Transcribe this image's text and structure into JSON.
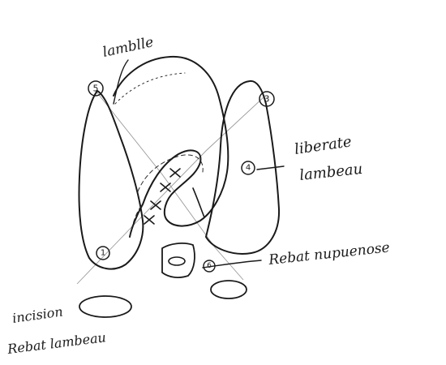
{
  "labels": {
    "top": "lamblle",
    "right_line1": "liberate",
    "right_line2": "lambeau",
    "right_bottom": "Rebat nupuenose",
    "left_line1": "incision",
    "left_line2": "Rebat lambeau"
  },
  "markers": {
    "top_left": "5",
    "top_right": "3",
    "right_mid": "4",
    "bottom_left": "1",
    "bottom_center": "6"
  },
  "colors": {
    "ink": "#1a1a1a",
    "paper": "#ffffff",
    "guide": "#9a9a9a"
  }
}
